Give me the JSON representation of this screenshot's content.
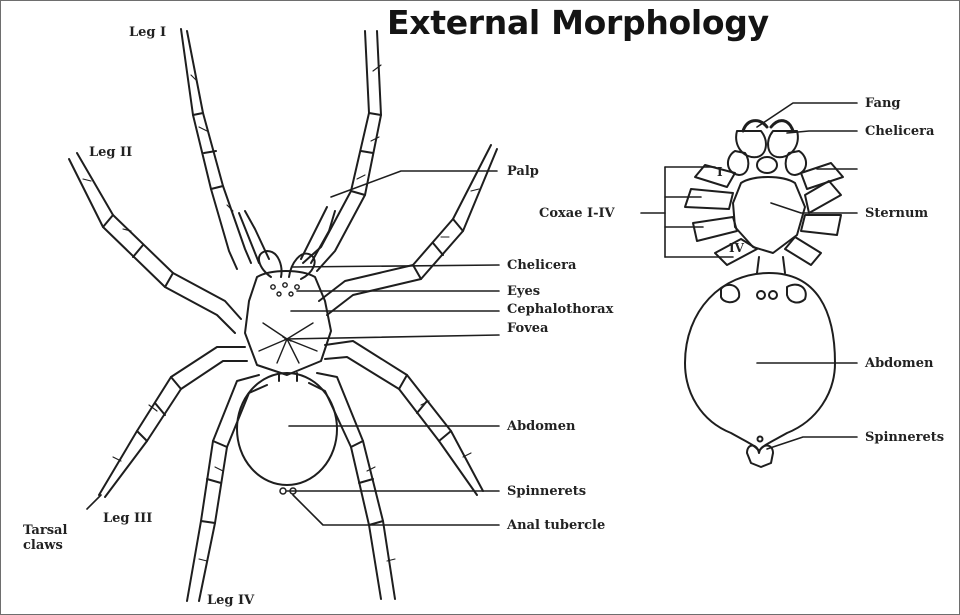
{
  "title": "External Morphology",
  "colors": {
    "ink": "#1e1e1e",
    "background": "#ffffff",
    "border": "#6e6e6e"
  },
  "dorsal_view": {
    "legs": {
      "leg1": "Leg I",
      "leg2": "Leg II",
      "leg3": "Leg III",
      "leg4": "Leg IV"
    },
    "tarsal_claws": "Tarsal\nclaws",
    "palp": "Palp",
    "chelicera": "Chelicera",
    "eyes": "Eyes",
    "cephalothorax": "Cephalothorax",
    "fovea": "Fovea",
    "abdomen": "Abdomen",
    "spinnerets": "Spinnerets",
    "anal_tubercle": "Anal tubercle"
  },
  "ventral_view": {
    "fang": "Fang",
    "chelicera": "Chelicera",
    "coxae": "Coxae I-IV",
    "sternum": "Sternum",
    "abdomen": "Abdomen",
    "spinnerets": "Spinnerets",
    "coxa_numerals": [
      "I",
      "IV"
    ]
  }
}
